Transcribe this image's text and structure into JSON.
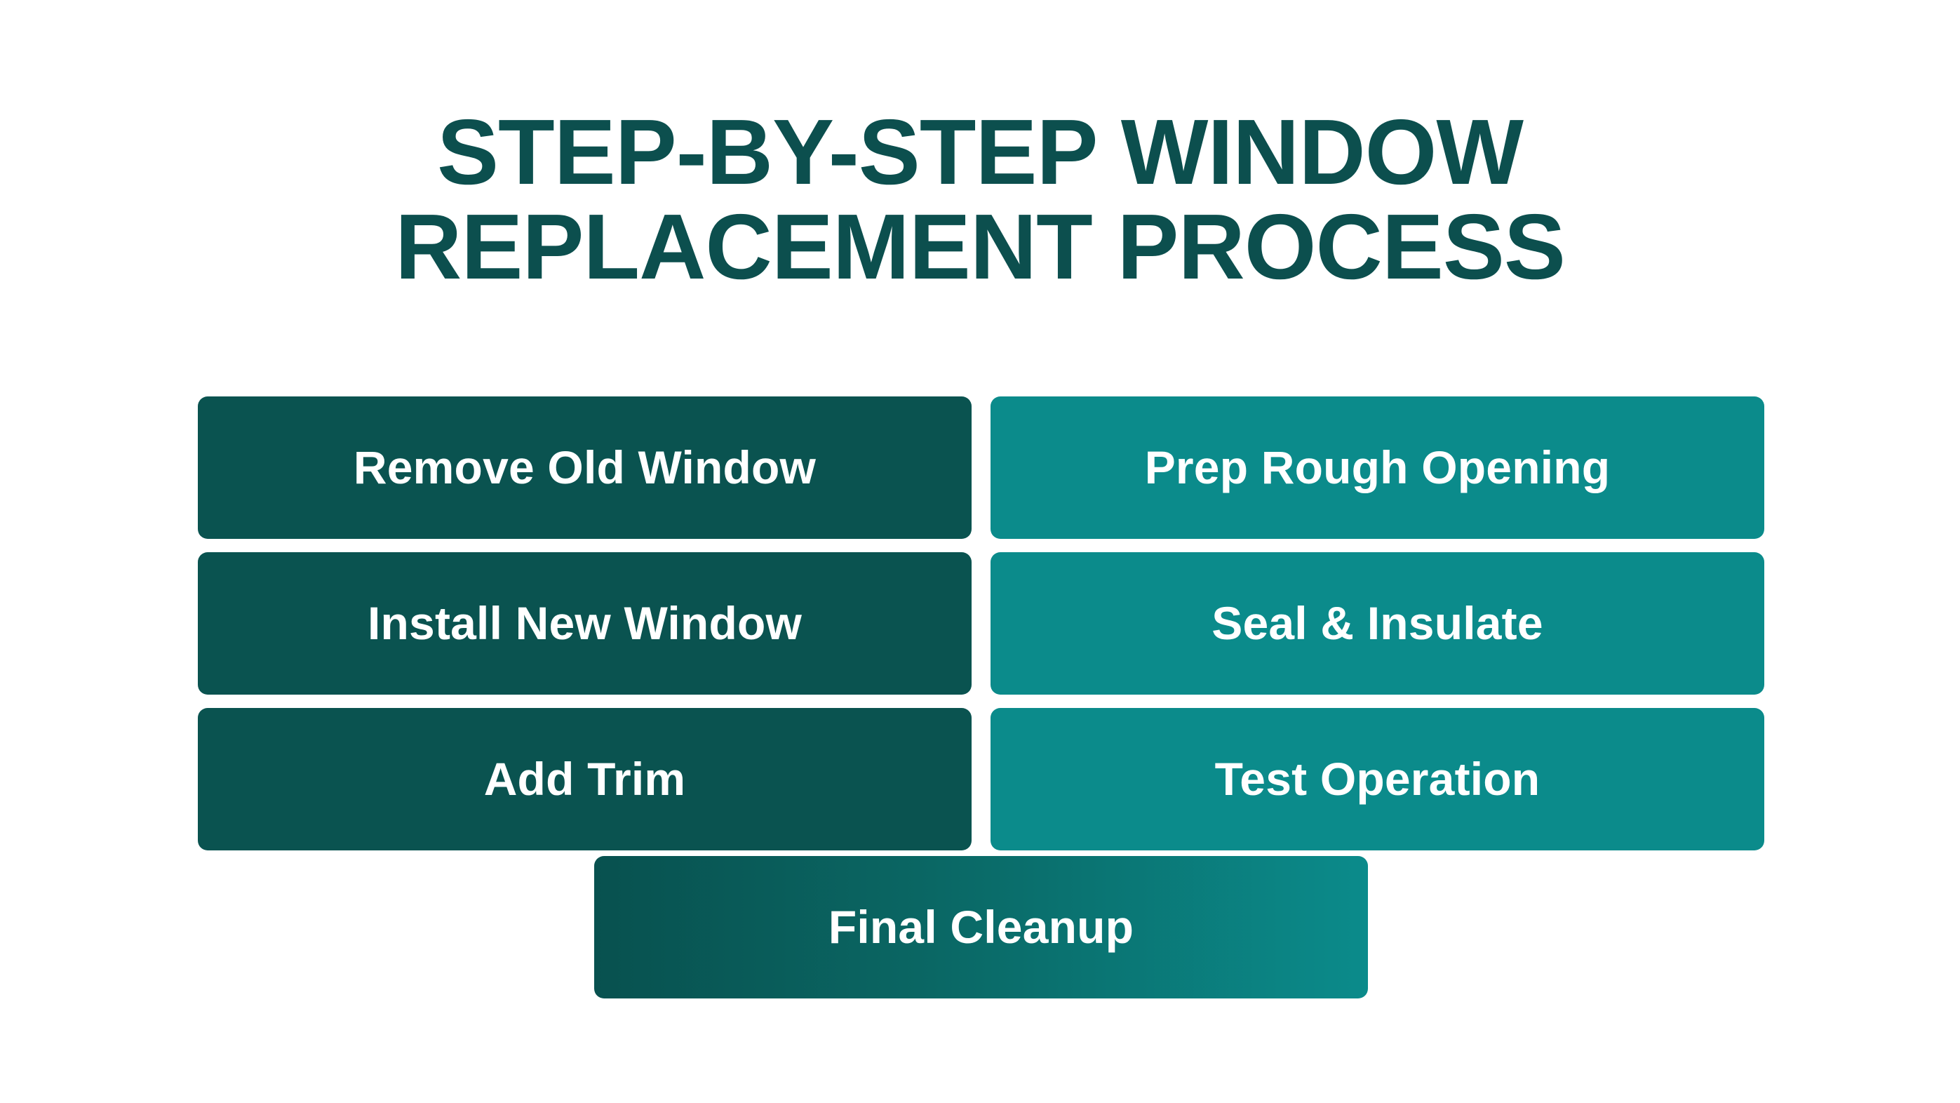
{
  "slide": {
    "background_color": "#ffffff",
    "title": {
      "line1": "STEP-BY-STEP WINDOW",
      "line2": "REPLACEMENT PROCESS",
      "color": "#0c4f4e"
    },
    "colors": {
      "title_teal": "#0c4f4e",
      "box_dark_teal": "#0a5350",
      "box_light_teal": "#0b8b8b",
      "box_text": "#ffffff",
      "gradient_start": "#08514f",
      "gradient_end": "#0b8b8b"
    },
    "steps": [
      {
        "label": "Remove Old Window",
        "tone": "dark",
        "column": "left",
        "row": 1
      },
      {
        "label": "Prep Rough Opening",
        "tone": "light",
        "column": "right",
        "row": 1
      },
      {
        "label": "Install New Window",
        "tone": "dark",
        "column": "left",
        "row": 2
      },
      {
        "label": "Seal & Insulate",
        "tone": "light",
        "column": "right",
        "row": 2
      },
      {
        "label": "Add Trim",
        "tone": "dark",
        "column": "left",
        "row": 3
      },
      {
        "label": "Test Operation",
        "tone": "light",
        "column": "right",
        "row": 3
      }
    ],
    "final_step": {
      "label": "Final Cleanup",
      "tone": "gradient"
    }
  }
}
